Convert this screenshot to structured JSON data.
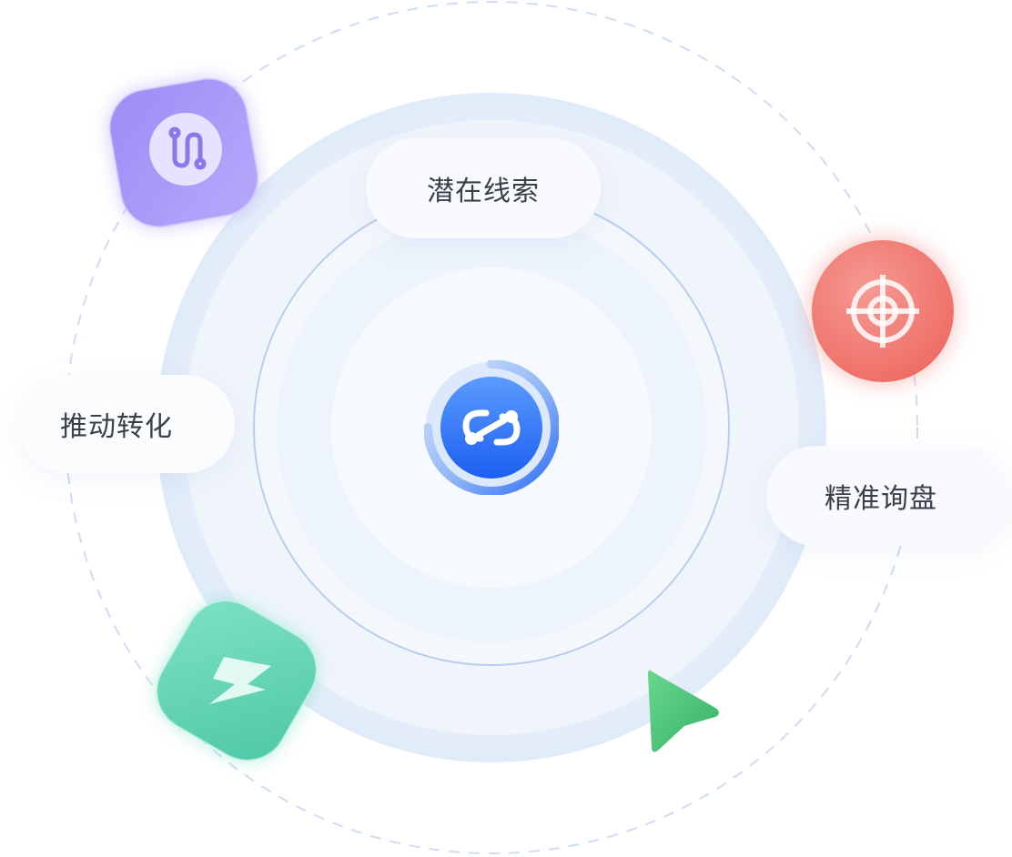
{
  "nodes": {
    "top": "潜在线索",
    "left": "推动转化",
    "right": "精准询盘"
  },
  "icons": {
    "purple_tile": "route-icon",
    "red_tile": "target-icon",
    "green_tile": "lightning-icon",
    "cursor": "cursor-arrow-icon",
    "center": "link-icon"
  },
  "colors": {
    "purple": "#8a78ef",
    "red": "#f07a72",
    "green": "#5fd1b0",
    "cursor_green": "#3fbb6e",
    "center_blue": "#2f6df5",
    "ring_light": "#e6effa",
    "ring_line": "#b8cdee"
  }
}
